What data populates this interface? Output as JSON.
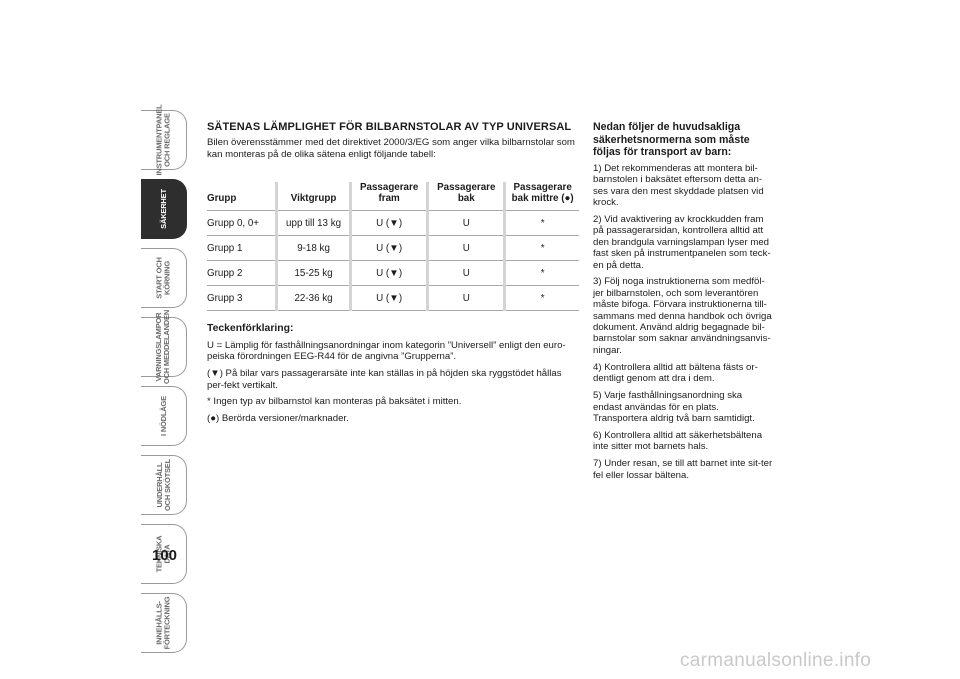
{
  "tabs": [
    {
      "line1": "INSTRUMENTPANEL",
      "line2": "OCH REGLAGE",
      "active": false
    },
    {
      "line1": "SÄKERHET",
      "line2": "",
      "active": true
    },
    {
      "line1": "START OCH",
      "line2": "KÖRNING",
      "active": false
    },
    {
      "line1": "VARNINGSLAMPOR",
      "line2": "OCH MEDDELANDEN",
      "active": false
    },
    {
      "line1": "I NÖDLÄGE",
      "line2": "",
      "active": false
    },
    {
      "line1": "UNDERHÅLL",
      "line2": "OCH SKÖTSEL",
      "active": false
    },
    {
      "line1": "TEKNISKA",
      "line2": "DATA",
      "active": false
    },
    {
      "line1": "INNEHÅLLS-",
      "line2": "FÖRTECKNING",
      "active": false
    }
  ],
  "page_number": "100",
  "section": {
    "title": "SÄTENAS LÄMPLIGHET FÖR BILBARNSTOLAR AV TYP UNIVERSAL",
    "intro": "Bilen överensstämmer med det direktivet 2000/3/EG som anger vilka bilbarnstolar som kan monteras på de olika sätena enligt följande tabell:"
  },
  "table": {
    "headers": [
      "Grupp",
      "Viktgrupp",
      "Passagerare fram",
      "Passagerare bak",
      "Passagerare bak mittre (●)"
    ],
    "rows": [
      [
        "Grupp 0, 0+",
        "upp till 13 kg",
        "U (▼)",
        "U",
        "*"
      ],
      [
        "Grupp 1",
        "9-18 kg",
        "U (▼)",
        "U",
        "*"
      ],
      [
        "Grupp 2",
        "15-25 kg",
        "U (▼)",
        "U",
        "*"
      ],
      [
        "Grupp 3",
        "22-36 kg",
        "U (▼)",
        "U",
        "*"
      ]
    ]
  },
  "legend": {
    "title": "Teckenförklaring:",
    "items": [
      "U = Lämplig för fasthållningsanordningar inom kategorin ”Universell” enligt den euro-peiska förordningen EEG-R44 för de angivna ”Grupperna”.",
      "(▼) På bilar vars passagerarsäte inte kan ställas in på höjden ska ryggstödet hållas per-fekt vertikalt.",
      "* Ingen typ av bilbarnstol kan monteras på baksätet i mitten.",
      "(●) Berörda versioner/marknader."
    ]
  },
  "rules": {
    "title": "Nedan följer de huvudsakliga säkerhetsnormerna som måste följas för transport av barn:",
    "items": [
      "1) Det rekommenderas att montera bil-barnstolen i baksätet eftersom detta an-ses vara den mest skyddade platsen vid krock.",
      "2) Vid avaktivering av krockkudden fram på passagerarsidan, kontrollera alltid att den brandgula varningslampan lyser med fast sken på instrumentpanelen som teck-en på detta.",
      "3) Följ noga instruktionerna som medföl-jer bilbarnstolen, och som leverantören måste bifoga. Förvara instruktionerna till-sammans med denna handbok och övriga dokument. Använd aldrig begagnade bil-barnstolar som saknar användningsanvis-ningar.",
      "4) Kontrollera alltid att bältena fästs or-dentligt genom att dra i dem.",
      "5) Varje fasthållningsanordning ska endast användas för en plats. Transportera aldrig två barn samtidigt.",
      "6) Kontrollera alltid att säkerhetsbältena inte sitter mot barnets hals.",
      "7) Under resan, se till att barnet inte sit-ter fel eller lossar bältena."
    ]
  },
  "watermark": "carmanualsonline.info"
}
